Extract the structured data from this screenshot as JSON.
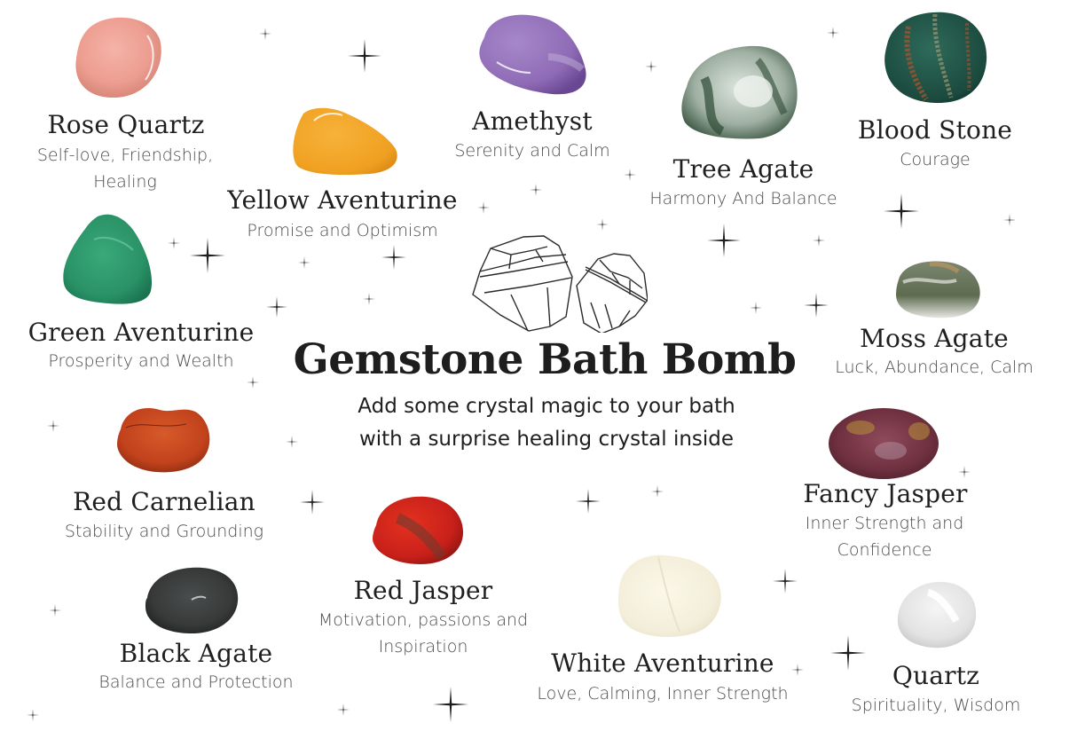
{
  "title": "Gemstone Bath Bomb",
  "subtitle_line1": "Add some crystal magic to your bath",
  "subtitle_line2": "with a surprise healing crystal inside",
  "gemstones": [
    {
      "name": "Rose Quartz",
      "desc1": "Self-love, Friendship,",
      "desc2": "Healing",
      "color": "#f1a99c"
    },
    {
      "name": "Yellow Aventurine",
      "desc1": "Promise and Optimism",
      "color": "#f2a22c"
    },
    {
      "name": "Amethyst",
      "desc1": "Serenity and Calm",
      "color": "#9b79bf"
    },
    {
      "name": "Tree Agate",
      "desc1": "Harmony And Balance",
      "color": "#3f5a44"
    },
    {
      "name": "Blood Stone",
      "desc1": "Courage",
      "color": "#1f4a40"
    },
    {
      "name": "Green Aventurine",
      "desc1": "Prosperity and Wealth",
      "color": "#2e9a6e"
    },
    {
      "name": "Moss Agate",
      "desc1": "Luck, Abundance, Calm",
      "color": "#6e7a62"
    },
    {
      "name": "Red Carnelian",
      "desc1": "Stability and Grounding",
      "color": "#c5431a"
    },
    {
      "name": "Fancy Jasper",
      "desc1": "Inner Strength and",
      "desc2": "Confidence",
      "color": "#7c3340"
    },
    {
      "name": "Red Jasper",
      "desc1": "Motivation, passions and",
      "desc2": "Inspiration",
      "color": "#c62119"
    },
    {
      "name": "Black Agate",
      "desc1": "Balance and Protection",
      "color": "#3b3d3d"
    },
    {
      "name": "White Aventurine",
      "desc1": "Love, Calming, Inner Strength",
      "color": "#f5f1de"
    },
    {
      "name": "Quartz",
      "desc1": "Spirituality, Wisdom",
      "color": "#e6e6e6"
    }
  ]
}
